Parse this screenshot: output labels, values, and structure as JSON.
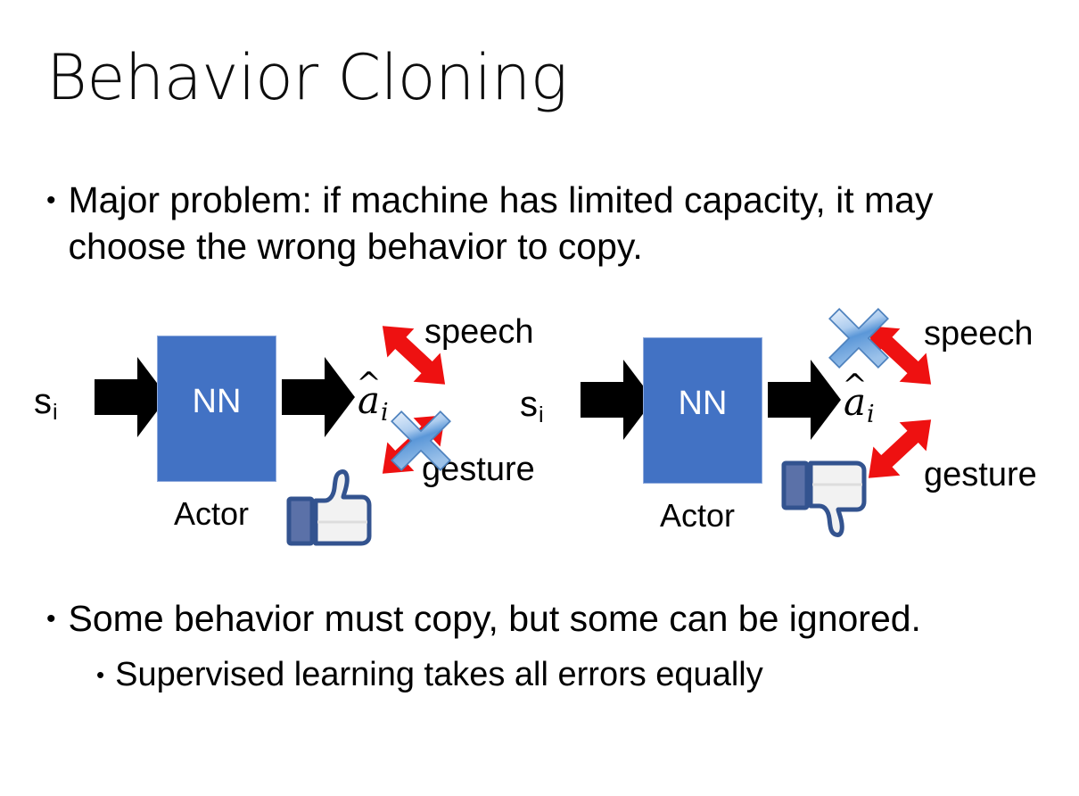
{
  "slide": {
    "title": "Behavior Cloning",
    "background_color": "#ffffff",
    "text_color": "#000000"
  },
  "bullets": {
    "top": "Major problem: if machine has limited capacity, it may choose the wrong behavior to copy.",
    "bottom_level1": "Some behavior must copy, but some can be ignored.",
    "bottom_level2": "Supervised learning takes all errors equally",
    "marker": "•"
  },
  "colors": {
    "nn_box": "#4272C4",
    "nn_box_border": "#8FAADC",
    "nn_text": "#ffffff",
    "arrow_black": "#000000",
    "arrow_red": "#EE1111",
    "cross_blue_light": "#D6E4F7",
    "cross_blue_mid": "#74A7E0",
    "cross_blue_dark": "#2E75B6",
    "thumb_blue": "#3B5998",
    "thumb_fill": "#5B71A8",
    "thumb_white": "#F2F2F2"
  },
  "diagrams": [
    {
      "id": "left",
      "input_label": "s",
      "input_subscript": "i",
      "nn_label": "NN",
      "actor_label": "Actor",
      "output_symbol": "a",
      "output_hat": "̂",
      "output_subscript": "i",
      "branch_upper": "speech",
      "branch_lower": "gesture",
      "crossed_branch": "gesture",
      "feedback_icon": "thumbs-up",
      "cross_icon": "blue-x-cross"
    },
    {
      "id": "right",
      "input_label": "s",
      "input_subscript": "i",
      "nn_label": "NN",
      "actor_label": "Actor",
      "output_symbol": "a",
      "output_hat": "̂",
      "output_subscript": "i",
      "branch_upper": "speech",
      "branch_lower": "gesture",
      "crossed_branch": "speech",
      "feedback_icon": "thumbs-down",
      "cross_icon": "blue-x-cross"
    }
  ]
}
